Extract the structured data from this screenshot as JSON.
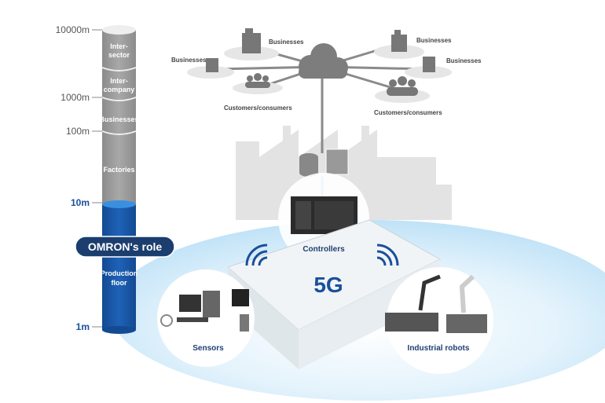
{
  "scale": {
    "ticks": [
      "10000m",
      "1000m",
      "100m",
      "10m",
      "1m"
    ]
  },
  "column": {
    "segments": {
      "intersector": [
        "Inter-",
        "sector"
      ],
      "intercompany": [
        "Inter-",
        "company"
      ],
      "businesses": "Businesses",
      "factories": "Factories",
      "production": [
        "Production",
        "floor"
      ]
    },
    "role_label": "OMRON's role"
  },
  "network": {
    "businesses_top_left": "Businesses",
    "businesses_left": "Businesses",
    "businesses_top_right": "Businesses",
    "businesses_right": "Businesses",
    "customers_left": "Customers/consumers",
    "customers_right": "Customers/consumers"
  },
  "floor": {
    "controllers": "Controllers",
    "wireless": "5G",
    "sensors": "Sensors",
    "robots": "Industrial robots"
  },
  "colors": {
    "blue": "#1a4f9c",
    "dark_blue": "#1b3e6e",
    "gray": "#9a9a9a",
    "light_blue": "#d6ecfa"
  }
}
